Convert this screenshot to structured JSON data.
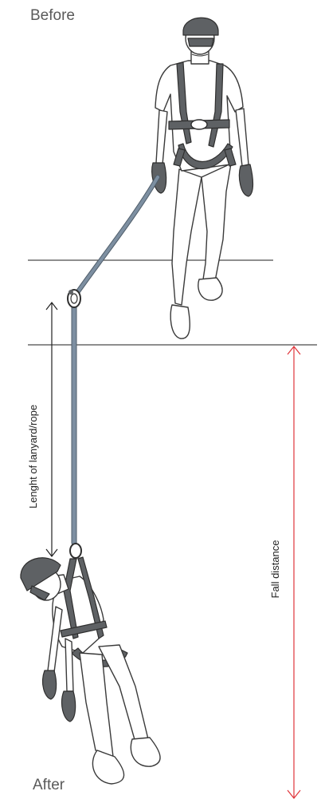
{
  "labels": {
    "before": "Before",
    "after": "After",
    "lanyard_length": "Lenght of lanyard/rope",
    "fall_distance": "Fall distance"
  },
  "colors": {
    "rope": "#7d8fa1",
    "rope_edge": "#4f5d6a",
    "fall_distance_arrow": "#e0353b",
    "lanyard_arrow": "#222222",
    "outline": "#3a3a3a",
    "harness": "#5e6164",
    "text_gray": "#5a5a5a"
  },
  "icons": [
    "worker-standing-figure",
    "worker-hanging-figure",
    "carabiner-icon",
    "dorsal-d-ring-icon"
  ]
}
